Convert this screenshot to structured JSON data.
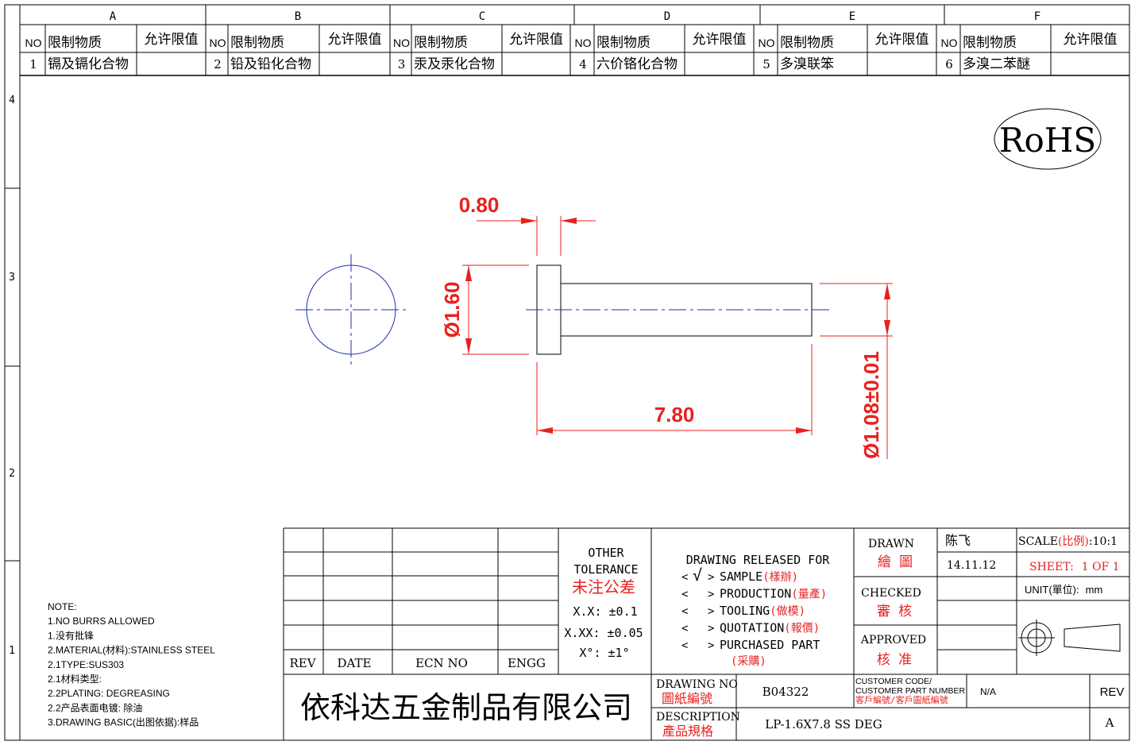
{
  "zones": {
    "columns": [
      "A",
      "B",
      "C",
      "D",
      "E",
      "F"
    ],
    "rows": [
      "4",
      "3",
      "2",
      "1"
    ]
  },
  "restricted_substances": {
    "header": {
      "no": "NO",
      "substance": "限制物质",
      "limit": "允许限值"
    },
    "items": [
      {
        "no": "1",
        "name": "镉及镉化合物"
      },
      {
        "no": "2",
        "name": "铅及铅化合物"
      },
      {
        "no": "3",
        "name": "汞及汞化合物"
      },
      {
        "no": "4",
        "name": "六价铬化合物"
      },
      {
        "no": "5",
        "name": "多溴联笨"
      },
      {
        "no": "6",
        "name": "多溴二苯醚"
      }
    ]
  },
  "rohs_label": "RoHS",
  "dimensions": {
    "head_thickness": "0.80",
    "head_diameter": "Ø1.60",
    "length": "7.80",
    "shaft_diameter": "Ø1.08±0.01"
  },
  "notes": [
    "NOTE:",
    "1.NO BURRS ALLOWED",
    "1.没有批锋",
    "2.MATERIAL(材料):STAINLESS STEEL",
    "2.1TYPE:SUS303",
    "2.1材料类型:",
    "2.2PLATING: DEGREASING",
    "2.2产品表面电镀: 除油",
    "3.DRAWING BASIC(出图依据):样品"
  ],
  "revision_table": {
    "rev": "REV",
    "date": "DATE",
    "ecn": "ECN NO",
    "engg": "ENGG"
  },
  "tolerance": {
    "title_line1": "OTHER",
    "title_line2": "TOLERANCE",
    "title_cn": "未注公差",
    "xx": "X.X: ±0.1",
    "xxx": "X.XX: ±0.05",
    "angle": "X°: ±1°"
  },
  "release": {
    "title": "DRAWING RELEASED FOR",
    "options": [
      {
        "prefix": "<",
        "mark": "√",
        "suffix": ">",
        "label": "SAMPLE",
        "cn": "(樣辦)"
      },
      {
        "prefix": "<",
        "mark": "",
        "suffix": ">",
        "label": "PRODUCTION",
        "cn": "(量產)"
      },
      {
        "prefix": "<",
        "mark": "",
        "suffix": ">",
        "label": "TOOLING",
        "cn": "(做模)"
      },
      {
        "prefix": "<",
        "mark": "",
        "suffix": ">",
        "label": "QUOTATION",
        "cn": "(報價)"
      },
      {
        "prefix": "<",
        "mark": "",
        "suffix": ">",
        "label": "PURCHASED PART",
        "cn": "(采購)"
      }
    ]
  },
  "signoff": {
    "drawn_en": "DRAWN",
    "drawn_cn": "繪 圖",
    "checked_en": "CHECKED",
    "checked_cn": "審 核",
    "approved_en": "APPROVED",
    "approved_cn": "核 准",
    "drawn_by": "陈飞",
    "drawn_date": "14.11.12"
  },
  "scale": {
    "label": "SCALE",
    "label_cn": "(比例)",
    "value": ":10:1"
  },
  "sheet": {
    "label": "SHEET:",
    "value": "1 OF 1"
  },
  "unit": {
    "label": "UNIT(單位):",
    "value": "mm"
  },
  "company": "依科达五金制品有限公司",
  "drawing_no": {
    "label_en": "DRAWING NO",
    "label_cn": "圖紙編號",
    "value": "B04322"
  },
  "customer": {
    "label_en1": "CUSTOMER CODE/",
    "label_en2": "CUSTOMER PART NUMBER",
    "label_cn": "客戶編號/客戶圖紙編號",
    "value": "N/A"
  },
  "rev_box": {
    "label": "REV",
    "value": "A"
  },
  "description": {
    "label_en": "DESCRIPTION",
    "label_cn": "產品規格",
    "value": "LP-1.6X7.8 SS DEG"
  }
}
